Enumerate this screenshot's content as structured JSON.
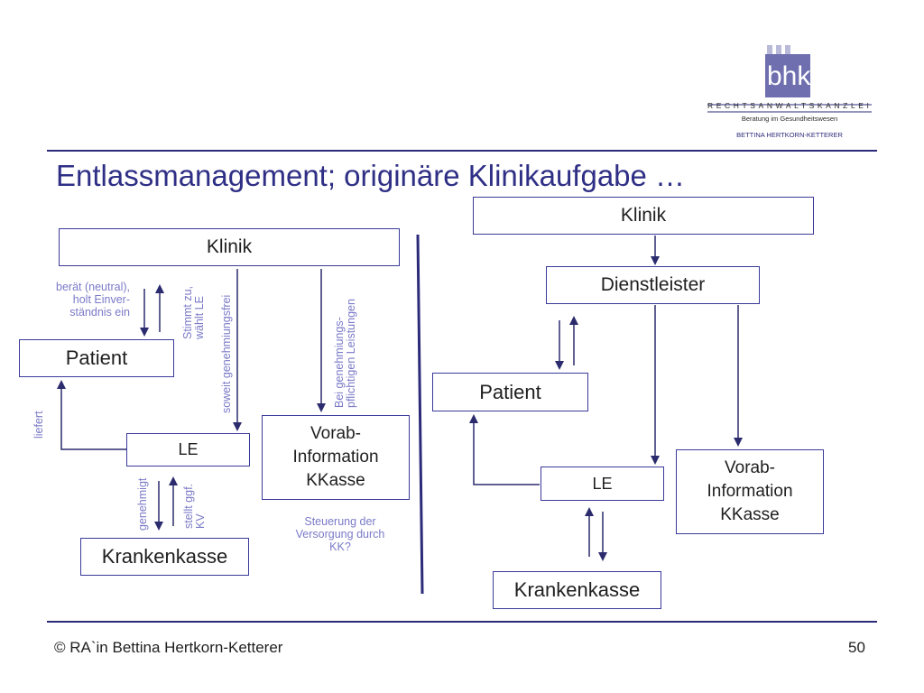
{
  "header": {
    "logo_letters": "bhk",
    "firm_name": "RECHTSANWALTSKANZLEI",
    "firm_tagline": "Beratung im Gesundheitswesen",
    "firm_owner": "BETTINA HERTKORN-KETTERER",
    "title": "Entlassmanagement; originäre Klinikaufgabe …"
  },
  "left_diagram": {
    "klinik": "Klinik",
    "patient": "Patient",
    "le": "LE",
    "krankenkasse": "Krankenkasse",
    "vorab_info": "Vorab-\nInformation\nKKasse",
    "note_beraet": "berät (neutral),\nholt Einver-\nständnis ein",
    "note_stimmt": "Stimmt zu,\nwählt LE",
    "note_soweit": "soweit genehmiungsfrei",
    "note_bei": "Bei genehmiungs-\npflichtigen Leistungen",
    "note_liefert": "liefert",
    "note_genehmigt": "genehmigt",
    "note_stellt": "stellt ggf.\nKV",
    "note_steuerung": "Steuerung der\nVersorgung durch\nKK?"
  },
  "right_diagram": {
    "klinik": "Klinik",
    "dienstleister": "Dienstleister",
    "patient": "Patient",
    "le": "LE",
    "krankenkasse": "Krankenkasse",
    "vorab_info": "Vorab-\nInformation\nKKasse"
  },
  "footer": {
    "copyright": "© RA`in Bettina Hertkorn-Ketterer",
    "page_number": "50"
  },
  "colors": {
    "title": "#2f2f86",
    "box_border": "#3a3a9a",
    "note": "#7a7ac8",
    "logo": "#6f6fb0",
    "divider": "#2b2b7a"
  }
}
